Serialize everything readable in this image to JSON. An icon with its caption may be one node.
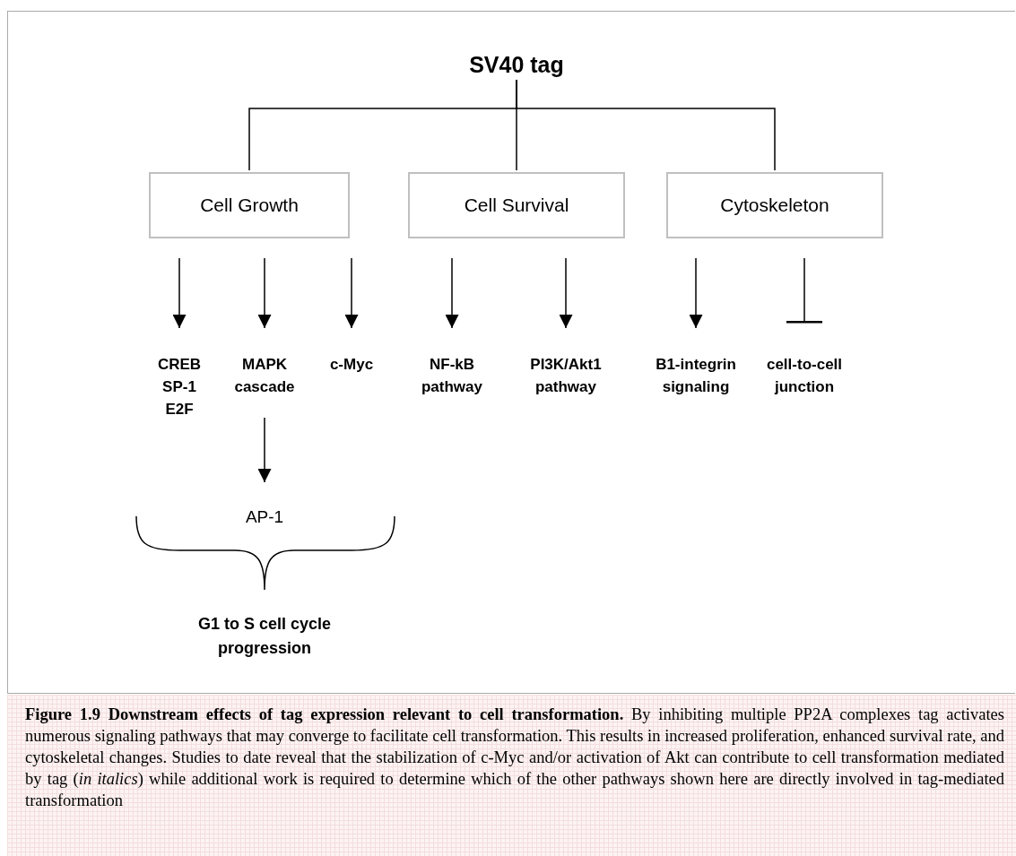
{
  "diagram": {
    "caption": "**Figure 1.9** **Downstream effects of tag expression relevant to cell transformation.** By inhibiting multiple PP2A complexes tag activates numerous signaling pathways that may converge to facilitate cell transformation. This results in increased proliferation, enhanced survival rate, and cytoskeletal changes. Studies to date reveal that the stabilization of c-Myc and/or activation of Akt can contribute to cell transformation mediated by tag (*in italics*) while additional work is required to determine which of the other pathways shown here are directly involved in tag-mediated transformation",
    "nodes": [
      {
        "text": [
          "SV40 tag"
        ]
      },
      {
        "text": [
          "Cell Growth"
        ]
      },
      {
        "text": [
          "Cell Survival"
        ]
      },
      {
        "text": [
          "Cytoskeleton"
        ]
      },
      {
        "text": [
          "CREB SP-1 E2F"
        ]
      },
      {
        "text": [
          "MAPK cascade"
        ]
      },
      {
        "text": [
          "c-Myc"
        ]
      },
      {
        "text": [
          "NF-kB pathway"
        ]
      },
      {
        "text": [
          "PI3K/Akt1 pathway"
        ]
      },
      {
        "text": [
          "B1-integrin signaling"
        ]
      },
      {
        "text": [
          "cell-to-cell junction"
        ]
      },
      {
        "text": [
          "AP-1"
        ]
      }
    ],
    "edges": [
      {
        "from": 0,
        "to": 1,
        "arrow": "none"
      },
      {
        "from": 0,
        "to": 2,
        "arrow": "none"
      },
      {
        "from": 0,
        "to": 3,
        "arrow": "none"
      },
      {
        "from": 1,
        "to": 4,
        "arrow": "to"
      },
      {
        "from": 1,
        "to": 5,
        "arrow": "to"
      },
      {
        "from": 1,
        "to": 6,
        "arrow": "to"
      },
      {
        "from": 2,
        "to": 7,
        "arrow": "to"
      },
      {
        "from": 2,
        "to": 8,
        "arrow": "to"
      },
      {
        "from": 3,
        "to": 9,
        "arrow": "to"
      },
      {
        "from": 3,
        "to": 10,
        "arrow": "other"
      },
      {
        "from": 5,
        "to": 11,
        "arrow": "to"
      }
    ],
    "labels": [
      "G1 to S cell cycle progression"
    ]
  }
}
